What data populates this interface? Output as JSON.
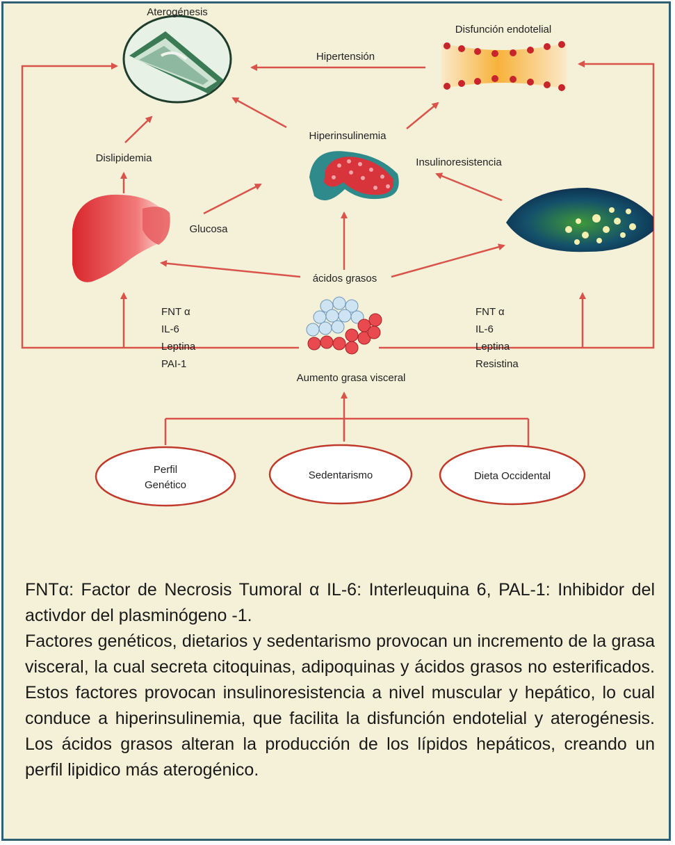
{
  "diagram": {
    "nodes": {
      "aterogenesis": "Aterogénesis",
      "disfuncion": "Disfunción endotelial",
      "hipertension": "Hipertensión",
      "hiperinsulinemia": "Hiperinsulinemia",
      "dislipidemia": "Dislipidemia",
      "insulinoresistencia": "Insulinoresistencia",
      "glucosa": "Glucosa",
      "acidos": "ácidos grasos",
      "grasa_visceral": "Aumento grasa visceral",
      "perfil_line1": "Perfil",
      "perfil_line2": "Genético",
      "sedentarismo": "Sedentarismo",
      "dieta": "Dieta Occidental"
    },
    "left_factors": [
      "FNT α",
      "IL-6",
      "Leptina",
      "PAI-1"
    ],
    "right_factors": [
      "FNT α",
      "IL-6",
      "Leptina",
      "Resistina"
    ]
  },
  "caption": {
    "line1_prefix": "FNT",
    "alpha1": "α",
    "line1_mid": ": Factor de Necrosis Tumoral ",
    "alpha2": "α",
    "line1_rest": " IL-6: Interleuquina 6, PAL-1: Inhibidor del activdor del plasminógeno -1.",
    "paragraph": "Factores genéticos, dietarios y sedentarismo provocan un incremento de la grasa visceral, la cual secreta citoquinas, adipoquinas y ácidos grasos no esterificados. Estos factores provocan insulinoresistencia a nivel muscular y hepático, lo cual conduce a hiperinsulinemia, que facilita la disfunción endotelial y aterogénesis. Los ácidos grasos alteran la producción de los lípidos hepáticos, creando un perfil lipidico más aterogénico."
  },
  "colors": {
    "background": "#f4f1d8",
    "border": "#2e5f73",
    "arrow": "#d9534a",
    "ellipse_stroke": "#c0392b"
  }
}
